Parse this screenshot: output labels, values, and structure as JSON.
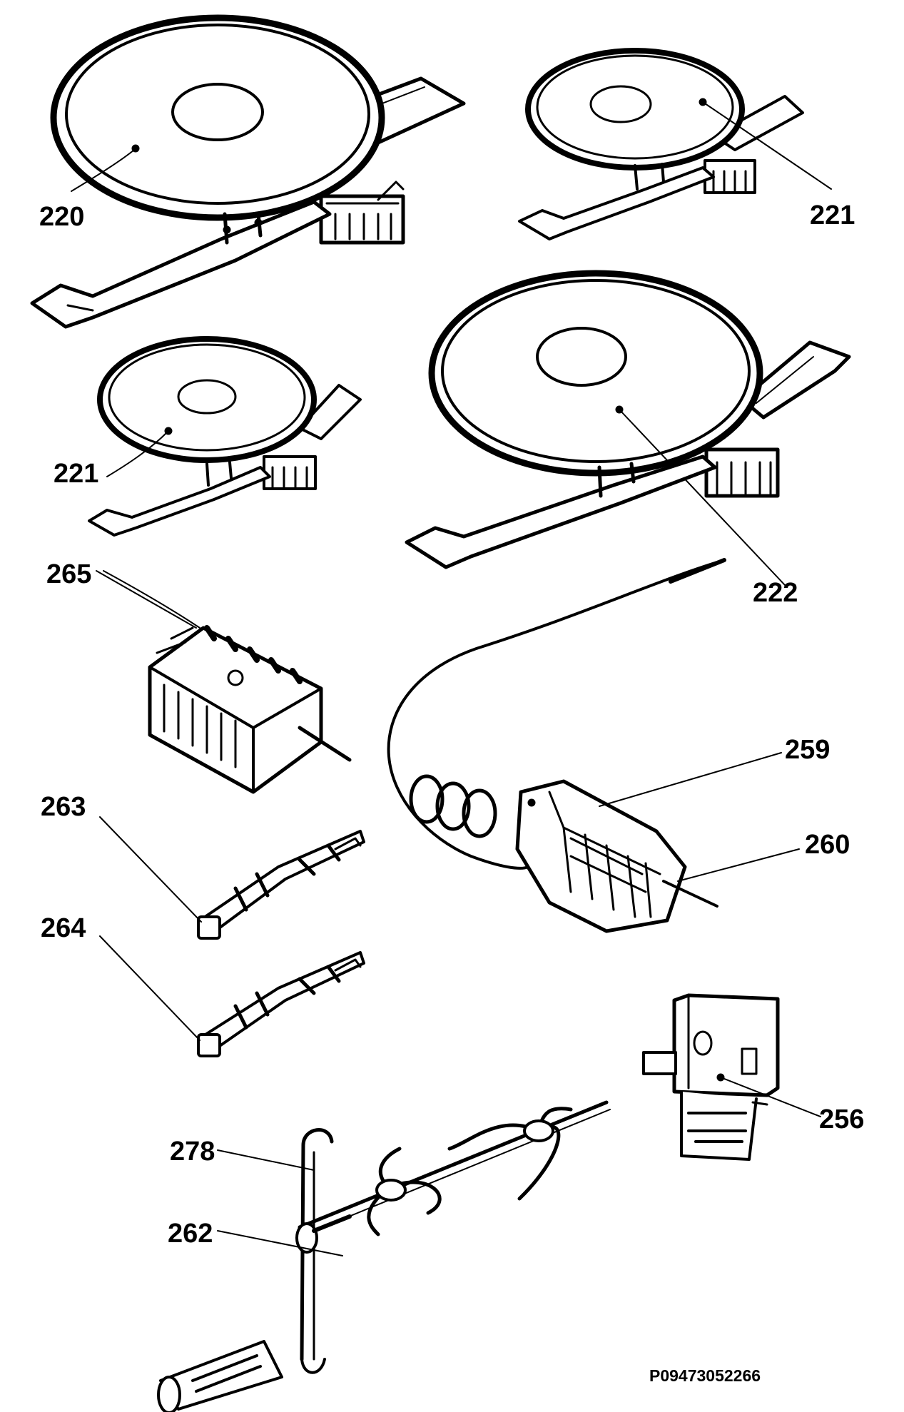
{
  "diagram": {
    "reference_code": "P09473052266",
    "callouts": {
      "c220": "220",
      "c221a": "221",
      "c221b": "221",
      "c222": "222",
      "c265": "265",
      "c259": "259",
      "c260": "260",
      "c263": "263",
      "c264": "264",
      "c256": "256",
      "c278": "278",
      "c262": "262"
    },
    "colors": {
      "ink": "#000000",
      "background": "#ffffff"
    }
  }
}
